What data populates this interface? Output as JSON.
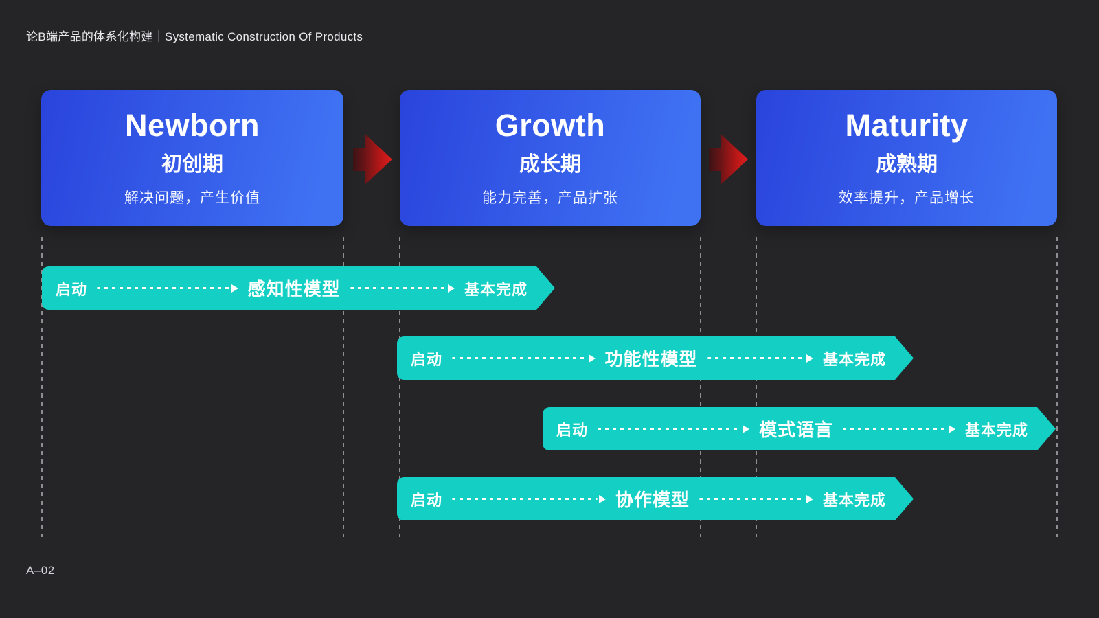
{
  "header": {
    "title": "论B端产品的体系化构建｜Systematic Construction Of Products"
  },
  "footer": {
    "page_number": "A–02"
  },
  "colors": {
    "bg": "#252528",
    "teal": "#14cfc3",
    "vline": "#8e8e92",
    "card-grad-a": "#2a44dc",
    "card-grad-b": "#3f71f3",
    "red-tip": "#e62020",
    "red-dark": "#3a1315"
  },
  "stages": [
    {
      "name_en": "Newborn",
      "name_zh": "初创期",
      "description": "解决问题，产生价值"
    },
    {
      "name_en": "Growth",
      "name_zh": "成长期",
      "description": "能力完善，产品扩张"
    },
    {
      "name_en": "Maturity",
      "name_zh": "成熟期",
      "description": "效率提升，产品增长"
    }
  ],
  "timeline_bars": [
    {
      "start_label": "启动",
      "model_label": "感知性模型",
      "end_label": "基本完成"
    },
    {
      "start_label": "启动",
      "model_label": "功能性模型",
      "end_label": "基本完成"
    },
    {
      "start_label": "启动",
      "model_label": "模式语言",
      "end_label": "基本完成"
    },
    {
      "start_label": "启动",
      "model_label": "协作模型",
      "end_label": "基本完成"
    }
  ]
}
